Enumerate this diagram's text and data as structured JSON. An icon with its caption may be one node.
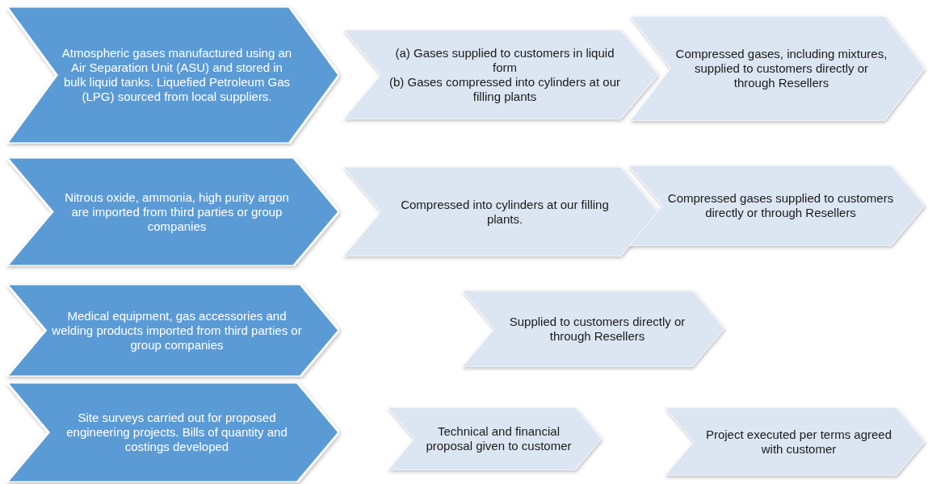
{
  "diagram": {
    "nodes": [
      {
        "text": [
          "Atmospheric gases manufactured using an Air Separation Unit (ASU) and stored in bulk liquid tanks. Liquefied Petroleum Gas (LPG)  sourced from local suppliers."
        ]
      },
      {
        "text": [
          "(a) Gases supplied to customers in liquid form",
          "(b) Gases compressed into cylinders at our filling plants"
        ]
      },
      {
        "text": [
          "Compressed gases, including mixtures, supplied to customers directly or through Resellers"
        ]
      },
      {
        "text": [
          "Nitrous oxide, ammonia, high purity argon are imported from third parties or group companies"
        ]
      },
      {
        "text": [
          "Compressed into cylinders at our filling plants."
        ]
      },
      {
        "text": [
          "Compressed gases supplied to customers directly or through Resellers"
        ]
      },
      {
        "text": [
          "Medical equipment, gas accessories and welding products imported from third parties or group companies"
        ]
      },
      {
        "text": [
          "Supplied to customers directly or through Resellers"
        ]
      },
      {
        "text": [
          "Site surveys carried out for proposed engineering projects. Bills of quantity and costings developed"
        ]
      },
      {
        "text": [
          "Technical and financial proposal given to customer"
        ]
      },
      {
        "text": [
          "Project executed per terms agreed with customer"
        ]
      }
    ]
  }
}
